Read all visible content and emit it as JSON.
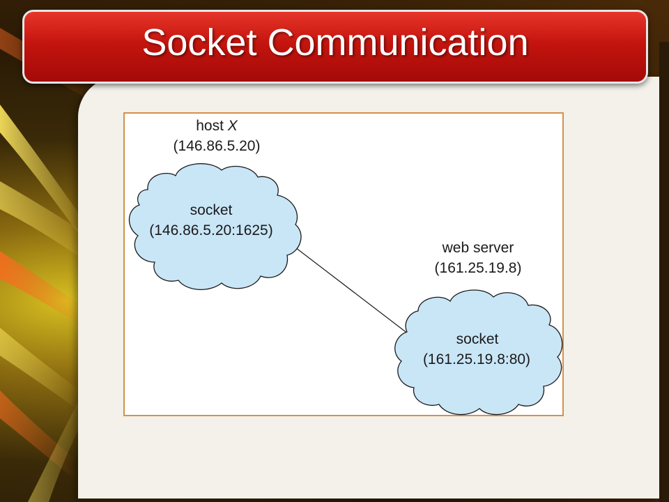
{
  "slide": {
    "title": "Socket Communication"
  },
  "diagram": {
    "host": {
      "label": "host",
      "name": "X",
      "address": "(146.86.5.20)"
    },
    "host_socket": {
      "label": "socket",
      "address": "(146.86.5.20:1625)"
    },
    "server": {
      "label": "web server",
      "address": "(161.25.19.8)"
    },
    "server_socket": {
      "label": "socket",
      "address": "(161.25.19.8:80)"
    },
    "colors": {
      "cloud_fill": "#c9e6f7",
      "cloud_stroke": "#1a1a1a",
      "frame_border": "#d6904a",
      "title_bar": "#c4140e"
    }
  }
}
